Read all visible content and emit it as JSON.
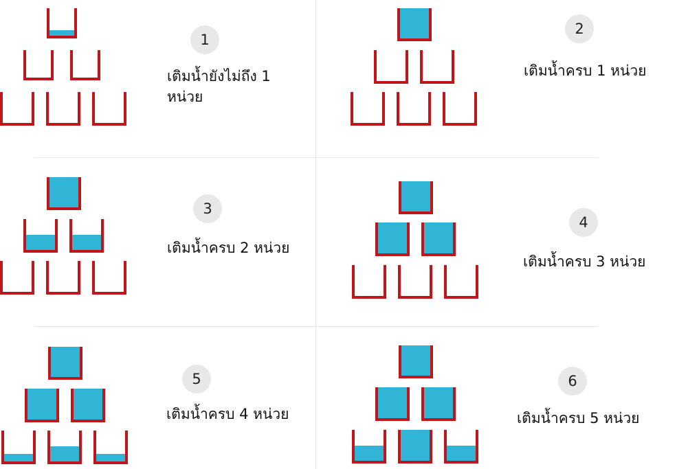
{
  "colors": {
    "cup": "#c0161b",
    "water": "#31b5d6",
    "badge": "#e8e8e8",
    "divider": "#e6e6e6"
  },
  "panels": [
    {
      "number": "1",
      "caption": "เติมน้ำยังไม่ถึง 1\nหน่วย",
      "fill": [
        0.2,
        0,
        0,
        0,
        0,
        0
      ]
    },
    {
      "number": "2",
      "caption": "เติมน้ำครบ 1 หน่วย",
      "fill": [
        1,
        0,
        0,
        0,
        0,
        0
      ]
    },
    {
      "number": "3",
      "caption": "เติมน้ำครบ 2 หน่วย",
      "fill": [
        1,
        0.5,
        0.5,
        0,
        0,
        0
      ]
    },
    {
      "number": "4",
      "caption": "เติมน้ำครบ 3 หน่วย",
      "fill": [
        1,
        1,
        1,
        0,
        0,
        0
      ]
    },
    {
      "number": "5",
      "caption": "เติมน้ำครบ 4 หน่วย",
      "fill": [
        1,
        1,
        1,
        0.25,
        0.5,
        0.25
      ]
    },
    {
      "number": "6",
      "caption": "เติมน้ำครบ 5 หน่วย",
      "fill": [
        1,
        1,
        1,
        0.5,
        1,
        0.5
      ]
    }
  ]
}
